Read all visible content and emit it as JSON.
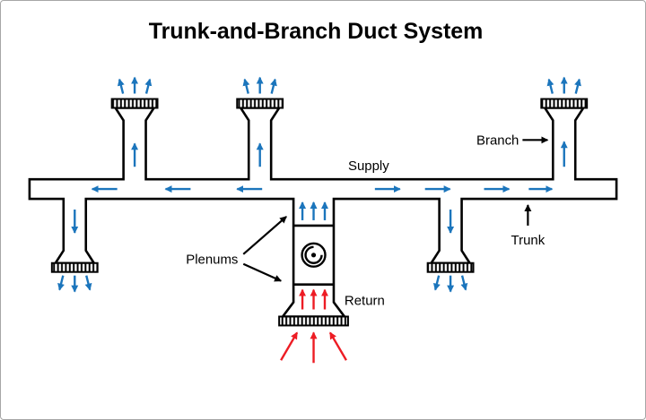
{
  "title": "Trunk-and-Branch Duct System",
  "labels": {
    "supply": "Supply",
    "branch": "Branch",
    "trunk": "Trunk",
    "plenums": "Plenums",
    "return": "Return"
  },
  "colors": {
    "supply": "#1b75bc",
    "return": "#ed1c24",
    "outline": "#000000",
    "background": "#ffffff",
    "frame_border": "#a6a6a6"
  },
  "icons": {
    "blower_fan": "fan-spiral-glyph"
  }
}
